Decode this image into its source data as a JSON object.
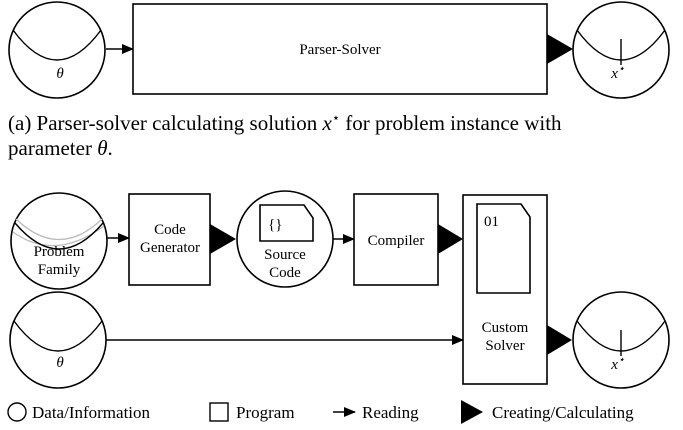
{
  "top": {
    "input_symbol": "θ",
    "box_label": "Parser-Solver",
    "output_symbol": "x",
    "output_superscript": "⋆"
  },
  "caption_a": {
    "line1_pre": "(a) Parser-solver calculating solution ",
    "line1_math": "x",
    "line1_sup": "⋆",
    "line1_post": " for problem instance with",
    "line2_pre": "parameter ",
    "line2_math": "θ",
    "line2_post": "."
  },
  "bottom": {
    "problem_family_l1": "Problem",
    "problem_family_l2": "Family",
    "code_generator_l1": "Code",
    "code_generator_l2": "Generator",
    "source_code_icon": "{}",
    "source_code_l1": "Source",
    "source_code_l2": "Code",
    "compiler": "Compiler",
    "binary_icon": "01",
    "custom_solver_l1": "Custom",
    "custom_solver_l2": "Solver",
    "input_symbol": "θ",
    "output_symbol": "x",
    "output_superscript": "⋆"
  },
  "legend": {
    "data": "Data/Information",
    "program": "Program",
    "reading": "Reading",
    "creating": "Creating/Calculating"
  }
}
